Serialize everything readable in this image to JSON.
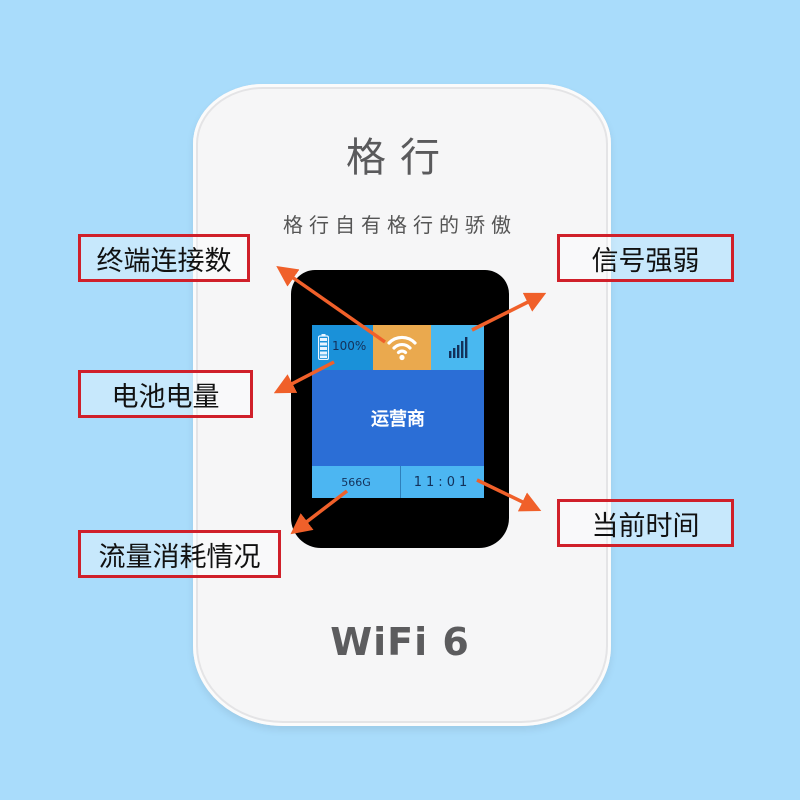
{
  "device": {
    "brand": "格行",
    "slogan": "格行自有格行的骄傲",
    "logo": "WiFi 6"
  },
  "screen": {
    "battery": {
      "icon": "battery-icon",
      "percent": "100%"
    },
    "wifi": {
      "icon": "wifi-icon"
    },
    "signal": {
      "icon": "signal-bars-icon"
    },
    "carrier": "运营商",
    "data_usage": "566G",
    "time": "11:01"
  },
  "callouts": {
    "clients": "终端连接数",
    "signal": "信号强弱",
    "battery": "电池电量",
    "data": "流量消耗情况",
    "time": "当前时间"
  },
  "colors": {
    "background": "#a9dcfb",
    "callout_border": "#d0202a",
    "arrow": "#f0602a",
    "wifi_tile": "#eaa94e",
    "carrier_tile": "#2b6ed6"
  }
}
